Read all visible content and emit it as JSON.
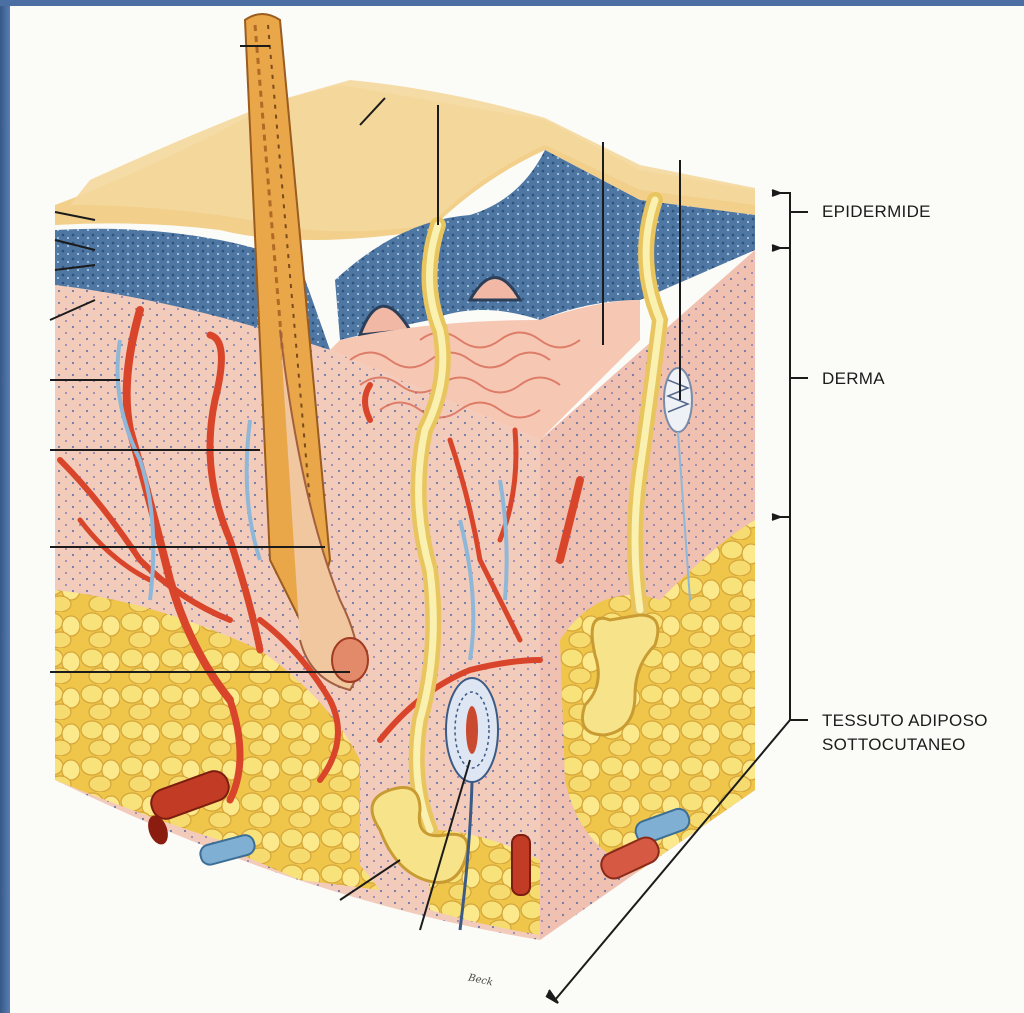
{
  "labels": {
    "epidermis": "EPIDERMIDE",
    "dermis": "DERMA",
    "subcutaneous_line1": "TESSUTO ADIPOSO",
    "subcutaneous_line2": "SOTTOCUTANEO"
  },
  "signature": "Beck",
  "colors": {
    "frame_blue": "#3c5f95",
    "epidermis_surface": "#f2cf8a",
    "stratum_basale": "#5b7fa6",
    "dermis_pink": "#f2c5b5",
    "blood_vessel_red": "#d9452a",
    "fat_yellow": "#f5de5e",
    "nerve_blue": "#8fb7d8"
  }
}
